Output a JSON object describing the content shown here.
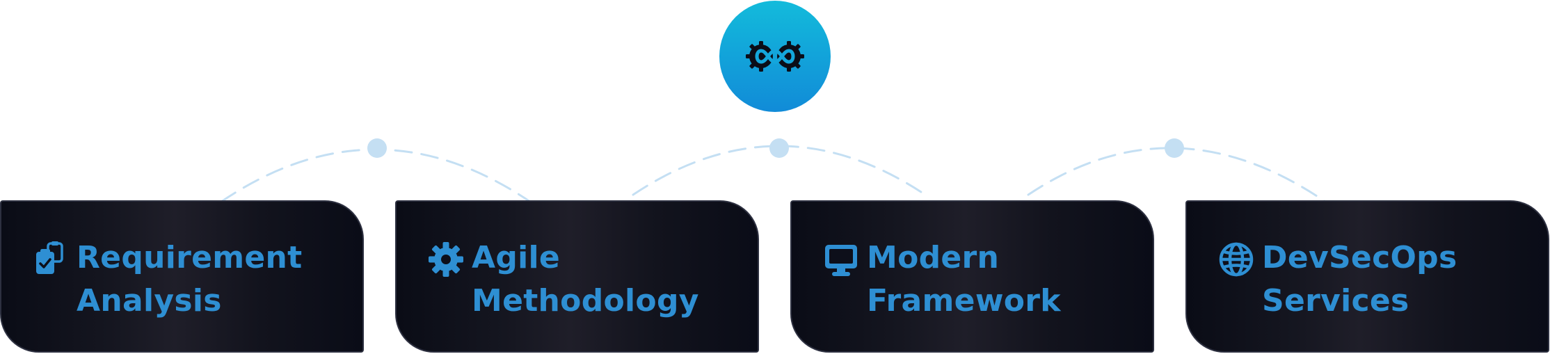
{
  "hub": {
    "icon": "infinity-gears-icon"
  },
  "colors": {
    "accent": "#2e8fd3",
    "hub_gradient_top": "#13bbdb",
    "hub_gradient_bottom": "#118bd8",
    "card_background": "#0d0f1a",
    "connector": "#c4dff3"
  },
  "steps": [
    {
      "line1": "Requirement",
      "line2": "Analysis",
      "icon": "clipboard-check-icon"
    },
    {
      "line1": "Agile",
      "line2": "Methodology",
      "icon": "gear-icon"
    },
    {
      "line1": "Modern",
      "line2": "Framework",
      "icon": "monitor-icon"
    },
    {
      "line1": "DevSecOps",
      "line2": "Services",
      "icon": "globe-icon"
    }
  ]
}
